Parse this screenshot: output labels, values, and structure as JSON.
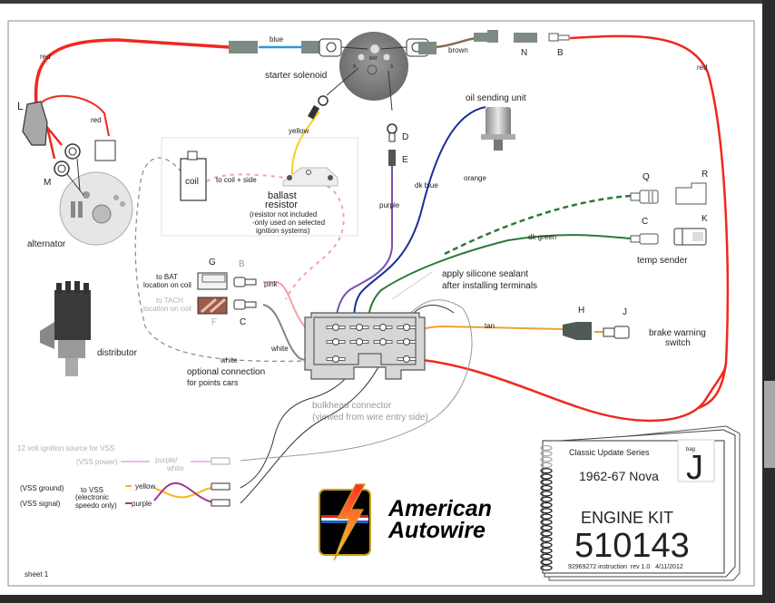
{
  "diagram": {
    "sheet_label": "sheet 1",
    "components": {
      "starter_solenoid": "starter solenoid",
      "solenoid_terminals": {
        "bat": "BAT",
        "r": "R",
        "s": "S"
      },
      "alternator": "alternator",
      "distributor": "distributor",
      "coil": "coil",
      "to_coil_plus": "to coil + side",
      "ballast_resistor": "ballast resistor",
      "ballast_title_line1": "ballast",
      "ballast_title_line2": "resistor",
      "ballast_note_line1": "(resistor not included",
      "ballast_note_line2": "-only used on selected",
      "ballast_note_line3": "ignition systems)",
      "oil_sending_unit": "oil sending unit",
      "temp_sender": "temp sender",
      "brake_warning_line1": "brake warning",
      "brake_warning_line2": "switch",
      "bulkhead_line1": "bulkhead connector",
      "bulkhead_line2": "(viewed from wire entry side)",
      "silicone_line1": "apply silicone sealant",
      "silicone_line2": "after installing terminals",
      "optional_line1": "optional connection",
      "optional_line2": "for points cars",
      "to_bat_line1": "to BAT",
      "to_bat_line2": "location on coil",
      "to_tach_line1": "to TACH",
      "to_tach_line2": "location on coil"
    },
    "wire_labels": {
      "red_top_left": "red",
      "blue": "blue",
      "brown": "brown",
      "red_right": "red",
      "red_alt": "red",
      "yellow": "yellow",
      "purple": "purple",
      "dk_blue": "dk blue",
      "orange": "orange",
      "dk_green": "dk green",
      "pink": "pink",
      "white_1": "white",
      "white_2": "white",
      "tan": "tan"
    },
    "terminal_letters": {
      "L": "L",
      "M": "M",
      "N": "N",
      "B_top": "B",
      "D": "D",
      "E": "E",
      "Q": "Q",
      "R": "R",
      "C_temp": "C",
      "K": "K",
      "G": "G",
      "B_coil": "B",
      "F": "F",
      "C_coil": "C",
      "H": "H",
      "J": "J"
    },
    "vss": {
      "source_note": "12 volt ignition source for VSS",
      "power": "(VSS power)",
      "power_wire_line1": "purple/",
      "power_wire_line2": "white",
      "ground": "(VSS ground)",
      "signal": "(VSS signal)",
      "to_vss_line1": "to VSS",
      "to_vss_line2": "(electronic",
      "to_vss_line3": "speedo only)",
      "yellow": "yellow",
      "purple": "purple"
    },
    "wire_colors": {
      "red": "#f0281e",
      "blue": "#2a9ad8",
      "brown": "#8a6a58",
      "yellow": "#f5d020",
      "purple": "#7a4fb0",
      "dk_blue": "#1a2f9a",
      "dk_green": "#2a7a34",
      "pink": "#f5a0a8",
      "gray": "#7a8a80",
      "tan": "#f0a030",
      "vss_purple": "#a03890",
      "vss_pink": "#e0a8d8"
    }
  },
  "logo": {
    "line1": "American",
    "line2": "Autowire"
  },
  "kit_booklet": {
    "series": "Classic Update Series",
    "vehicle": "1962-67 Nova",
    "bag_label": "bag",
    "bag_letter": "J",
    "kit_name": "ENGINE KIT",
    "kit_number": "510143",
    "footer": "92969272 instruction  rev 1.0   4/11/2012"
  }
}
